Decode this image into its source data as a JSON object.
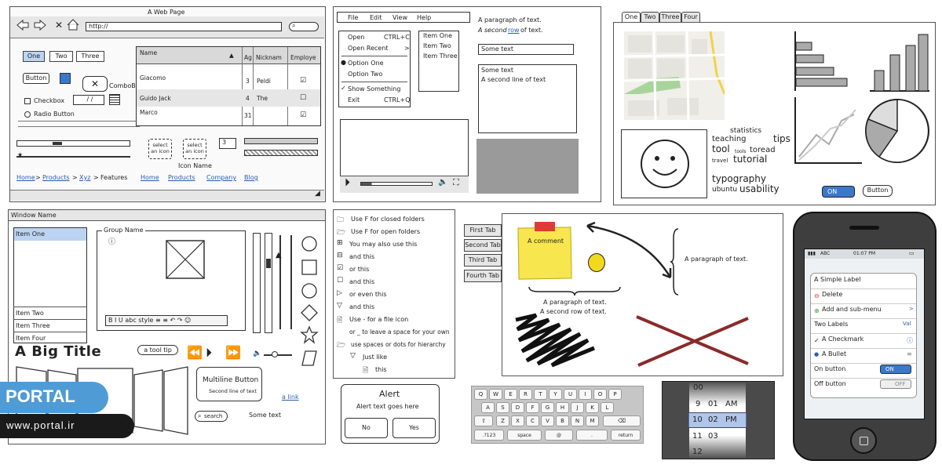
{
  "browser": {
    "title": "A Web Page",
    "url": "http://",
    "tabs": [
      "One",
      "Two",
      "Three"
    ],
    "button_label": "Button",
    "combobox_label": "ComboBox",
    "checkbox_label": "Checkbox",
    "radio_label": "Radio Button",
    "date_value": "/ /",
    "stepper_value": "3",
    "icon_label_1": "select an icon",
    "icon_label_2": "select an icon",
    "icon_name": "Icon Name",
    "breadcrumb": [
      "Home",
      "Products",
      "Xyz",
      "Features"
    ],
    "links": [
      "Home",
      "Products",
      "Company",
      "Blog"
    ],
    "table": {
      "headers": [
        "Name",
        "Ag",
        "Nicknam",
        "Employe"
      ],
      "rows": [
        {
          "name": "Giacomo",
          "age": "3",
          "nick": "Peldi",
          "emp": "☑"
        },
        {
          "name": "Guido Jack",
          "age": "4",
          "nick": "The",
          "emp": "☐"
        },
        {
          "name": "Marco",
          "age": "31",
          "nick": "",
          "emp": "☑"
        }
      ]
    }
  },
  "menus": {
    "menubar": [
      "File",
      "Edit",
      "View",
      "Help"
    ],
    "items": [
      {
        "label": "Open",
        "shortcut": "CTRL+C"
      },
      {
        "label": "Open Recent",
        "shortcut": ">"
      },
      {
        "label": "Option One",
        "shortcut": ""
      },
      {
        "label": "Option Two",
        "shortcut": ""
      },
      {
        "label": "Show Something",
        "shortcut": ""
      },
      {
        "label": "Exit",
        "shortcut": "CTRL+Q"
      }
    ],
    "list": [
      "Item One",
      "Item Two",
      "Item Three"
    ],
    "paragraph_1": "A paragraph of text.",
    "paragraph_2a": "A second",
    "paragraph_2b": "row",
    "paragraph_2c": "of text.",
    "textinput": "Some text",
    "textarea_1": "Some text",
    "textarea_2": "A second line of text"
  },
  "widgets": {
    "tabs": [
      "One",
      "Two",
      "Three",
      "Four"
    ],
    "tagcloud": [
      "statistics",
      "teaching",
      "tips",
      "tool",
      "tools",
      "toread",
      "travel",
      "tutorial",
      "typography",
      "ubuntu",
      "usability"
    ],
    "toggle_label": "ON",
    "button_label": "Button"
  },
  "window": {
    "title": "Window Name",
    "list": [
      "Item One",
      "Item Two",
      "Item Three",
      "Item Four"
    ],
    "group_name": "Group Name",
    "big_title": "A Big Title",
    "tooltip": "a tool tip",
    "multiline_title": "Multiline Button",
    "multiline_sub": "Second line of text",
    "link": "a link",
    "search": "search",
    "some_text": "Some text"
  },
  "tree": {
    "items": [
      "Use F for closed folders",
      "Use F for open folders",
      "You may also use this",
      "and this",
      "or this",
      "and this",
      "or even this",
      "and this",
      "Use - for a file icon",
      "or _ to leave a space for your own",
      "use spaces or dots for hierarchy",
      "Just like",
      "this"
    ]
  },
  "alert": {
    "title": "Alert",
    "text": "Alert text goes here",
    "no": "No",
    "yes": "Yes"
  },
  "vtabs": [
    "First Tab",
    "Second Tab",
    "Third Tab",
    "Fourth Tab"
  ],
  "canvas": {
    "comment": "A comment",
    "para_right": "A paragraph of text.",
    "para_center_1": "A paragraph of text.",
    "para_center_2": "A second row of text."
  },
  "keyboard": {
    "row1": [
      "Q",
      "W",
      "E",
      "R",
      "T",
      "Y",
      "U",
      "I",
      "O",
      "P"
    ],
    "row2": [
      "A",
      "S",
      "D",
      "F",
      "G",
      "H",
      "J",
      "K",
      "L"
    ],
    "row3": [
      "Z",
      "X",
      "C",
      "V",
      "B",
      "N",
      "M"
    ],
    "row4": [
      ".?123",
      "space",
      "@",
      ".",
      "return"
    ]
  },
  "picker": {
    "hours": [
      "00",
      "9",
      "10",
      "11",
      "12"
    ],
    "minutes": [
      "",
      "01",
      "02",
      "03",
      ""
    ],
    "ampm": [
      "",
      "AM",
      "PM",
      "",
      ""
    ]
  },
  "phone": {
    "carrier": "ABC",
    "time": "01:07 PM",
    "rows": [
      {
        "label": "A Simple Label",
        "right": ""
      },
      {
        "label": "Delete",
        "right": ""
      },
      {
        "label": "Add and sub-menu",
        "right": ">"
      },
      {
        "label": "Two Labels",
        "right": "Val"
      },
      {
        "label": "A Checkmark",
        "right": "i"
      },
      {
        "label": "A Bullet",
        "right": ""
      },
      {
        "label": "On button",
        "right": "ON"
      },
      {
        "label": "Off button",
        "right": "OFF"
      }
    ]
  },
  "watermark": {
    "brand": "PORTAL",
    "url": "www.portal.ir"
  }
}
